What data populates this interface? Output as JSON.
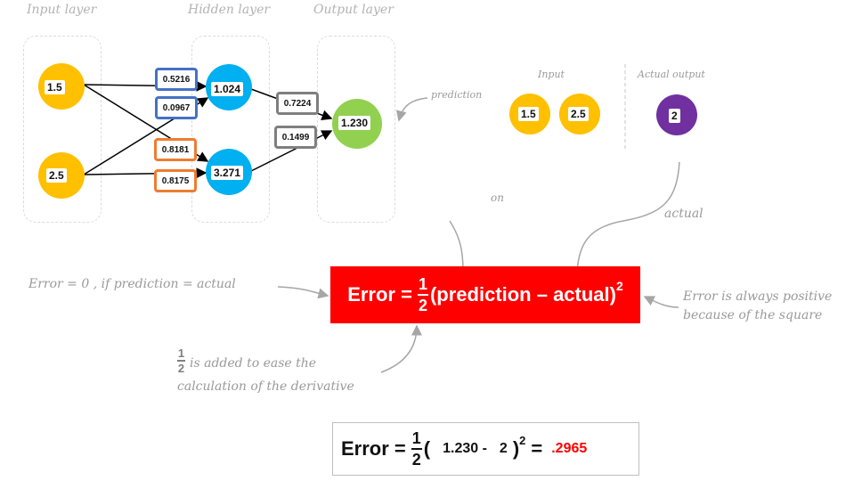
{
  "layers": {
    "input_title": "Input layer",
    "hidden_title": "Hidden layer",
    "output_title": "Output layer"
  },
  "network": {
    "input_nodes": [
      "1.5",
      "2.5"
    ],
    "hidden_nodes": [
      "1.024",
      "3.271"
    ],
    "output_node": "1.230",
    "weights_input_hidden": [
      "0.5216",
      "0.0967",
      "0.8181",
      "0.8175"
    ],
    "weights_hidden_output": [
      "0.7224",
      "0.1499"
    ],
    "prediction_label": "prediction"
  },
  "sample": {
    "input_title": "Input",
    "inputs": [
      "1.5",
      "2.5"
    ],
    "actual_title": "Actual output",
    "actual": "2"
  },
  "annotations": {
    "on": "on",
    "actual": "actual",
    "error_zero": "Error = 0 , if prediction = actual",
    "always_positive_line1": "Error is always positive",
    "always_positive_line2": "because of the square",
    "half_num": "1",
    "half_den": "2",
    "half_text_line1": "is added to ease the",
    "half_text_line2": "calculation of the derivative"
  },
  "formula": {
    "lhs": "Error =",
    "num": "1",
    "den": "2",
    "body": "(prediction – actual)",
    "exp": "2"
  },
  "calc": {
    "lhs": "Error =",
    "num": "1",
    "den": "2",
    "open": "(",
    "prediction": "1.230 -",
    "actual": "2",
    "close": ")",
    "exp": "2",
    "eq": "=",
    "result": ".2965"
  },
  "colors": {
    "input": "#ffc000",
    "hidden": "#00b0f0",
    "output": "#92d050",
    "actual": "#7030a0",
    "formula_bg": "#ff0000",
    "result": "#ff0000"
  }
}
